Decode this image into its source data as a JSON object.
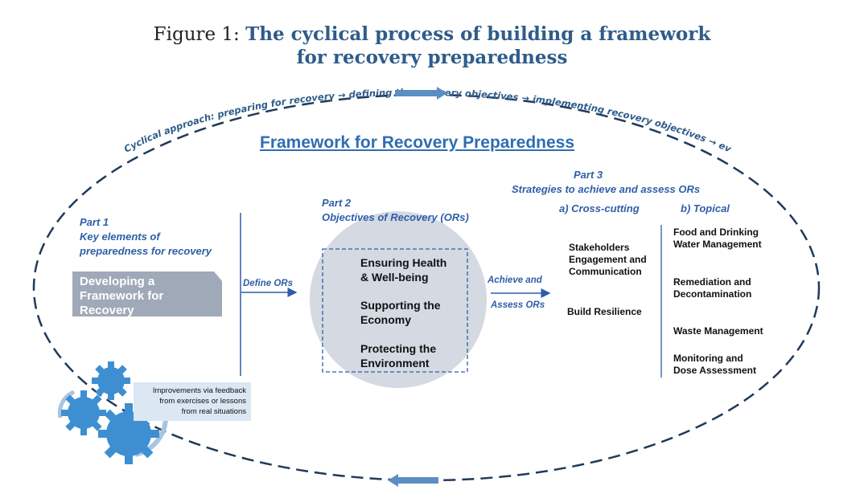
{
  "figure": {
    "prefix": "Figure 1:",
    "title_line1": "The cyclical process of building a framework",
    "title_line2": "for recovery preparedness"
  },
  "cycle_text": "Cyclical approach: preparing for recovery → defining the recovery objectives → implementing recovery objectives → evaluating success",
  "framework_title": "Framework for Recovery Preparedness",
  "part1": {
    "label": "Part 1",
    "title_line1": "Key elements of",
    "title_line2": "preparedness for recovery",
    "box_text": [
      "Developing a",
      "Framework for",
      "Recovery"
    ]
  },
  "define_ors": "Define ORs",
  "part2": {
    "label": "Part 2",
    "title": "Objectives of Recovery (ORs)",
    "objectives": [
      [
        "Ensuring Health",
        "& Well-being"
      ],
      [
        "Supporting the",
        "Economy"
      ],
      [
        "Protecting the",
        "Environment"
      ]
    ]
  },
  "achieve": {
    "line1": "Achieve and",
    "line2": "Assess ORs"
  },
  "part3": {
    "label": "Part 3",
    "title": "Strategies to achieve and assess ORs",
    "crosscutting_header": "a) Cross-cutting",
    "topical_header": "b) Topical",
    "crosscutting_items": [
      [
        "Stakeholders",
        "Engagement and",
        "Communication"
      ],
      [
        "Build Resilience"
      ]
    ],
    "topical_items": [
      [
        "Food and Drinking",
        "Water Management"
      ],
      [
        "Remediation and",
        "Decontamination"
      ],
      [
        "Waste Management"
      ],
      [
        "Monitoring and",
        "Dose Assessment"
      ]
    ]
  },
  "feedback": [
    "Improvements via feedback",
    "from exercises or lessons",
    "from real situations"
  ],
  "colors": {
    "title_blue": "#2f5c8a",
    "label_blue": "#2f5ea8",
    "dash_navy": "#1f3a5a",
    "gear_blue": "#3d8fd1",
    "circle_grey": "#d4d9e2",
    "box_grey": "#a0a9b8",
    "feedback_bg": "#dbe7f3",
    "arrow_blue": "#5b8ec3"
  }
}
